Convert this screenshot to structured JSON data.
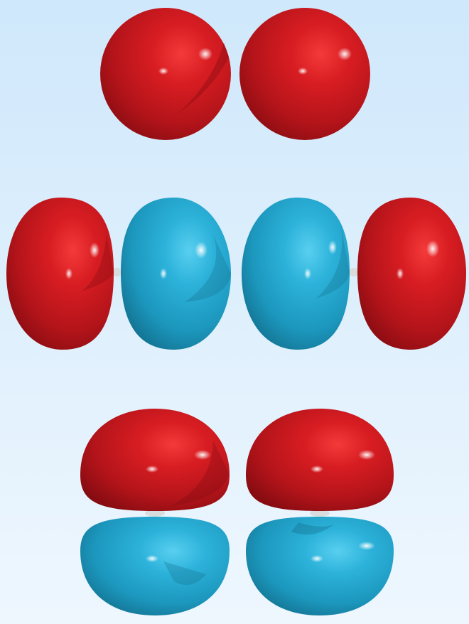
{
  "scene": {
    "background_top": "#cfe8fb",
    "background_bottom": "#eef7fe",
    "phase_colors": {
      "positive": "#c4161c",
      "negative": "#1fa2c8"
    },
    "rows": [
      {
        "orbital_type": "s-orbitals",
        "lobes": [
          "positive",
          "positive"
        ]
      },
      {
        "orbital_type": "p-orbitals-horizontal",
        "lobes": [
          "positive",
          "negative",
          "negative",
          "positive"
        ]
      },
      {
        "orbital_type": "p-orbitals-vertical",
        "lobes": [
          "positive",
          "positive",
          "negative",
          "negative"
        ]
      }
    ]
  }
}
